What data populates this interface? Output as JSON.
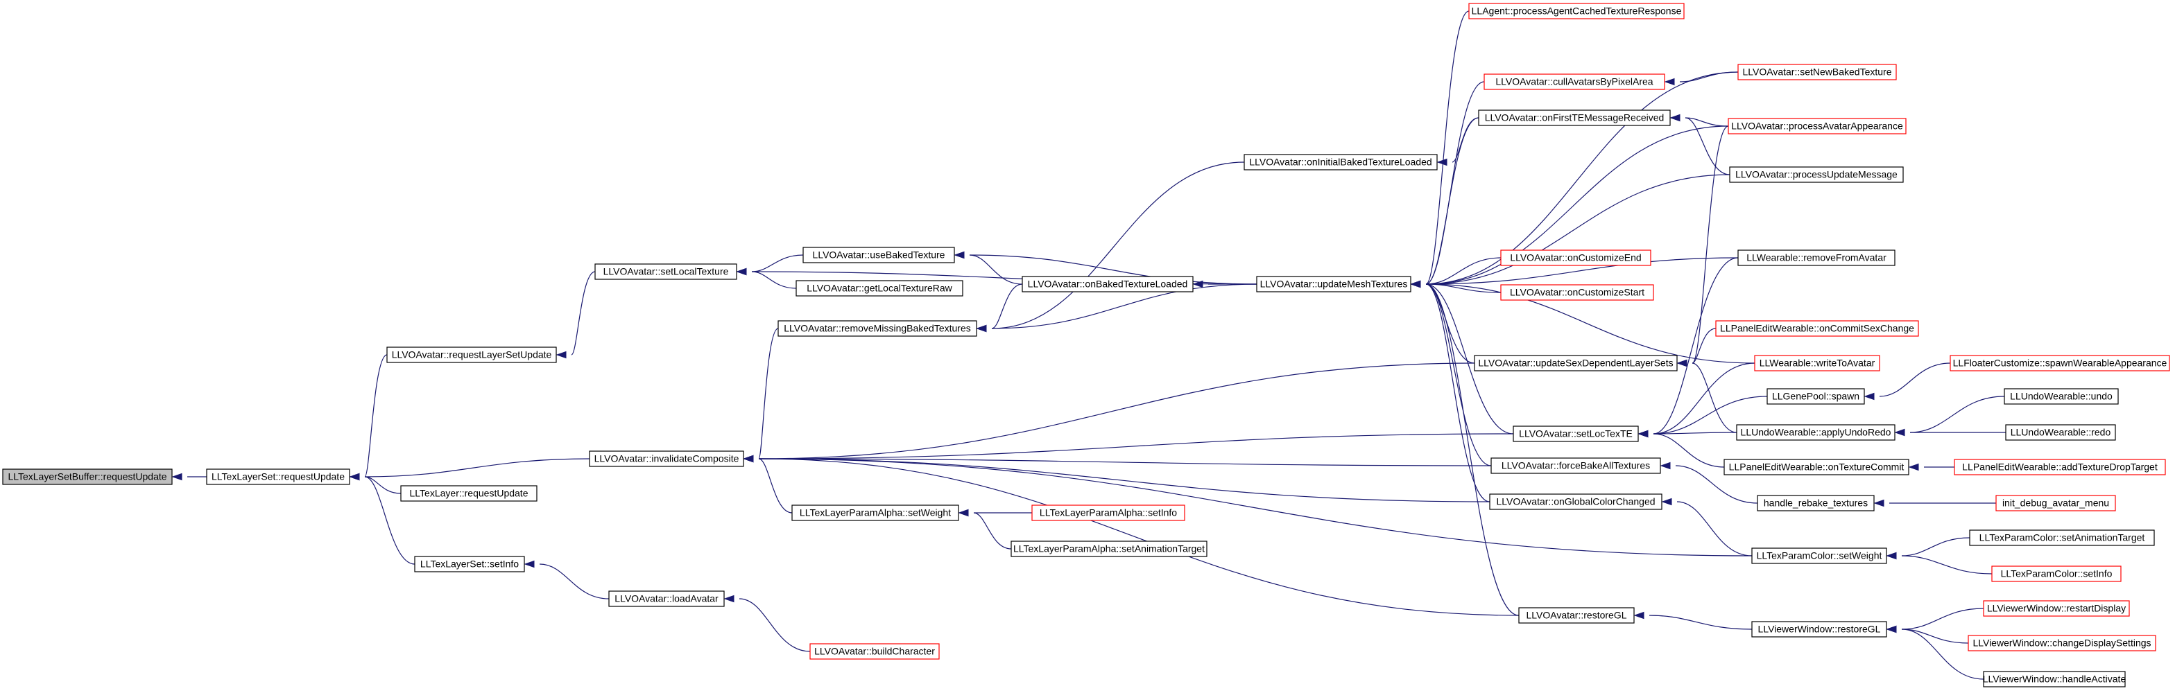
{
  "graph": {
    "nodes": [
      {
        "id": "root",
        "label": "LLTexLayerSetBuffer::requestUpdate",
        "style": "root"
      },
      {
        "id": "n1",
        "label": "LLTexLayerSet::requestUpdate",
        "style": "black"
      },
      {
        "id": "n2",
        "label": "LLVOAvatar::requestLayerSetUpdate",
        "style": "black"
      },
      {
        "id": "n3",
        "label": "LLTexLayer::requestUpdate",
        "style": "black"
      },
      {
        "id": "n4",
        "label": "LLTexLayerSet::setInfo",
        "style": "black"
      },
      {
        "id": "n5",
        "label": "LLVOAvatar::setLocalTexture",
        "style": "black"
      },
      {
        "id": "n6",
        "label": "LLVOAvatar::invalidateComposite",
        "style": "black"
      },
      {
        "id": "n7",
        "label": "LLVOAvatar::loadAvatar",
        "style": "black"
      },
      {
        "id": "n8",
        "label": "LLVOAvatar::buildCharacter",
        "style": "red"
      },
      {
        "id": "n9",
        "label": "LLVOAvatar::useBakedTexture",
        "style": "black"
      },
      {
        "id": "n10",
        "label": "LLVOAvatar::getLocalTextureRaw",
        "style": "black"
      },
      {
        "id": "n11",
        "label": "LLVOAvatar::removeMissingBakedTextures",
        "style": "black"
      },
      {
        "id": "n12",
        "label": "LLVOAvatar::onBakedTextureLoaded",
        "style": "black"
      },
      {
        "id": "n13",
        "label": "LLVOAvatar::onInitialBakedTextureLoaded",
        "style": "black"
      },
      {
        "id": "n14",
        "label": "LLVOAvatar::updateMeshTextures",
        "style": "black"
      },
      {
        "id": "n15",
        "label": "LLTexLayerParamAlpha::setWeight",
        "style": "black"
      },
      {
        "id": "n16",
        "label": "LLTexLayerParamAlpha::setInfo",
        "style": "red"
      },
      {
        "id": "n17",
        "label": "LLTexLayerParamAlpha::setAnimationTarget",
        "style": "black"
      },
      {
        "id": "n18",
        "label": "LLAgent::processAgentCachedTextureResponse",
        "style": "red"
      },
      {
        "id": "n19",
        "label": "LLVOAvatar::cullAvatarsByPixelArea",
        "style": "red"
      },
      {
        "id": "n20",
        "label": "LLVOAvatar::onFirstTEMessageReceived",
        "style": "black"
      },
      {
        "id": "n21",
        "label": "LLVOAvatar::onCustomizeEnd",
        "style": "red"
      },
      {
        "id": "n22",
        "label": "LLVOAvatar::onCustomizeStart",
        "style": "red"
      },
      {
        "id": "n23",
        "label": "LLVOAvatar::updateSexDependentLayerSets",
        "style": "black"
      },
      {
        "id": "n24",
        "label": "LLVOAvatar::setLocTexTE",
        "style": "black"
      },
      {
        "id": "n25",
        "label": "LLVOAvatar::forceBakeAllTextures",
        "style": "black"
      },
      {
        "id": "n26",
        "label": "LLVOAvatar::onGlobalColorChanged",
        "style": "black"
      },
      {
        "id": "n27",
        "label": "LLVOAvatar::restoreGL",
        "style": "black"
      },
      {
        "id": "n28",
        "label": "LLVOAvatar::setNewBakedTexture",
        "style": "red"
      },
      {
        "id": "n29",
        "label": "LLVOAvatar::processAvatarAppearance",
        "style": "red"
      },
      {
        "id": "n30",
        "label": "LLVOAvatar::processUpdateMessage",
        "style": "black"
      },
      {
        "id": "n31",
        "label": "LLWearable::removeFromAvatar",
        "style": "black"
      },
      {
        "id": "n32",
        "label": "LLPanelEditWearable::onCommitSexChange",
        "style": "red"
      },
      {
        "id": "n33",
        "label": "LLWearable::writeToAvatar",
        "style": "red"
      },
      {
        "id": "n34",
        "label": "LLGenePool::spawn",
        "style": "black"
      },
      {
        "id": "n35",
        "label": "LLUndoWearable::applyUndoRedo",
        "style": "black"
      },
      {
        "id": "n36",
        "label": "LLPanelEditWearable::onTextureCommit",
        "style": "black"
      },
      {
        "id": "n37",
        "label": "handle_rebake_textures",
        "style": "black"
      },
      {
        "id": "n38",
        "label": "LLTexParamColor::setWeight",
        "style": "black"
      },
      {
        "id": "n39",
        "label": "LLViewerWindow::restoreGL",
        "style": "black"
      },
      {
        "id": "n40",
        "label": "LLFloaterCustomize::spawnWearableAppearance",
        "style": "red"
      },
      {
        "id": "n41",
        "label": "LLUndoWearable::undo",
        "style": "black"
      },
      {
        "id": "n42",
        "label": "LLUndoWearable::redo",
        "style": "black"
      },
      {
        "id": "n43",
        "label": "LLPanelEditWearable::addTextureDropTarget",
        "style": "red"
      },
      {
        "id": "n44",
        "label": "init_debug_avatar_menu",
        "style": "red"
      },
      {
        "id": "n45",
        "label": "LLTexParamColor::setAnimationTarget",
        "style": "black"
      },
      {
        "id": "n46",
        "label": "LLTexParamColor::setInfo",
        "style": "red"
      },
      {
        "id": "n47",
        "label": "LLViewerWindow::restartDisplay",
        "style": "red"
      },
      {
        "id": "n48",
        "label": "LLViewerWindow::changeDisplaySettings",
        "style": "red"
      },
      {
        "id": "n49",
        "label": "LLViewerWindow::handleActivate",
        "style": "black"
      }
    ],
    "edges": [
      [
        "n1",
        "root"
      ],
      [
        "n2",
        "n1"
      ],
      [
        "n3",
        "n1"
      ],
      [
        "n4",
        "n1"
      ],
      [
        "n6",
        "n1"
      ],
      [
        "n5",
        "n2"
      ],
      [
        "n7",
        "n4"
      ],
      [
        "n8",
        "n7"
      ],
      [
        "n9",
        "n5"
      ],
      [
        "n10",
        "n5"
      ],
      [
        "n14",
        "n5"
      ],
      [
        "n11",
        "n6"
      ],
      [
        "n15",
        "n6"
      ],
      [
        "n23",
        "n6"
      ],
      [
        "n24",
        "n6"
      ],
      [
        "n25",
        "n6"
      ],
      [
        "n26",
        "n6"
      ],
      [
        "n27",
        "n6"
      ],
      [
        "n38",
        "n6"
      ],
      [
        "n12",
        "n9"
      ],
      [
        "n14",
        "n9"
      ],
      [
        "n12",
        "n11"
      ],
      [
        "n13",
        "n11"
      ],
      [
        "n14",
        "n11"
      ],
      [
        "n14",
        "n12"
      ],
      [
        "n20",
        "n13"
      ],
      [
        "n16",
        "n15"
      ],
      [
        "n17",
        "n15"
      ],
      [
        "n18",
        "n14"
      ],
      [
        "n19",
        "n14"
      ],
      [
        "n20",
        "n14"
      ],
      [
        "n21",
        "n14"
      ],
      [
        "n22",
        "n14"
      ],
      [
        "n23",
        "n14"
      ],
      [
        "n24",
        "n14"
      ],
      [
        "n25",
        "n14"
      ],
      [
        "n26",
        "n14"
      ],
      [
        "n27",
        "n14"
      ],
      [
        "n28",
        "n14"
      ],
      [
        "n29",
        "n14"
      ],
      [
        "n30",
        "n14"
      ],
      [
        "n31",
        "n14"
      ],
      [
        "n33",
        "n14"
      ],
      [
        "n28",
        "n19"
      ],
      [
        "n29",
        "n20"
      ],
      [
        "n30",
        "n20"
      ],
      [
        "n29",
        "n23"
      ],
      [
        "n32",
        "n23"
      ],
      [
        "n35",
        "n23"
      ],
      [
        "n31",
        "n24"
      ],
      [
        "n33",
        "n24"
      ],
      [
        "n34",
        "n24"
      ],
      [
        "n35",
        "n24"
      ],
      [
        "n36",
        "n24"
      ],
      [
        "n37",
        "n25"
      ],
      [
        "n38",
        "n26"
      ],
      [
        "n39",
        "n27"
      ],
      [
        "n40",
        "n34"
      ],
      [
        "n41",
        "n35"
      ],
      [
        "n42",
        "n35"
      ],
      [
        "n43",
        "n36"
      ],
      [
        "n44",
        "n37"
      ],
      [
        "n45",
        "n38"
      ],
      [
        "n46",
        "n38"
      ],
      [
        "n47",
        "n39"
      ],
      [
        "n48",
        "n39"
      ],
      [
        "n49",
        "n39"
      ]
    ]
  }
}
